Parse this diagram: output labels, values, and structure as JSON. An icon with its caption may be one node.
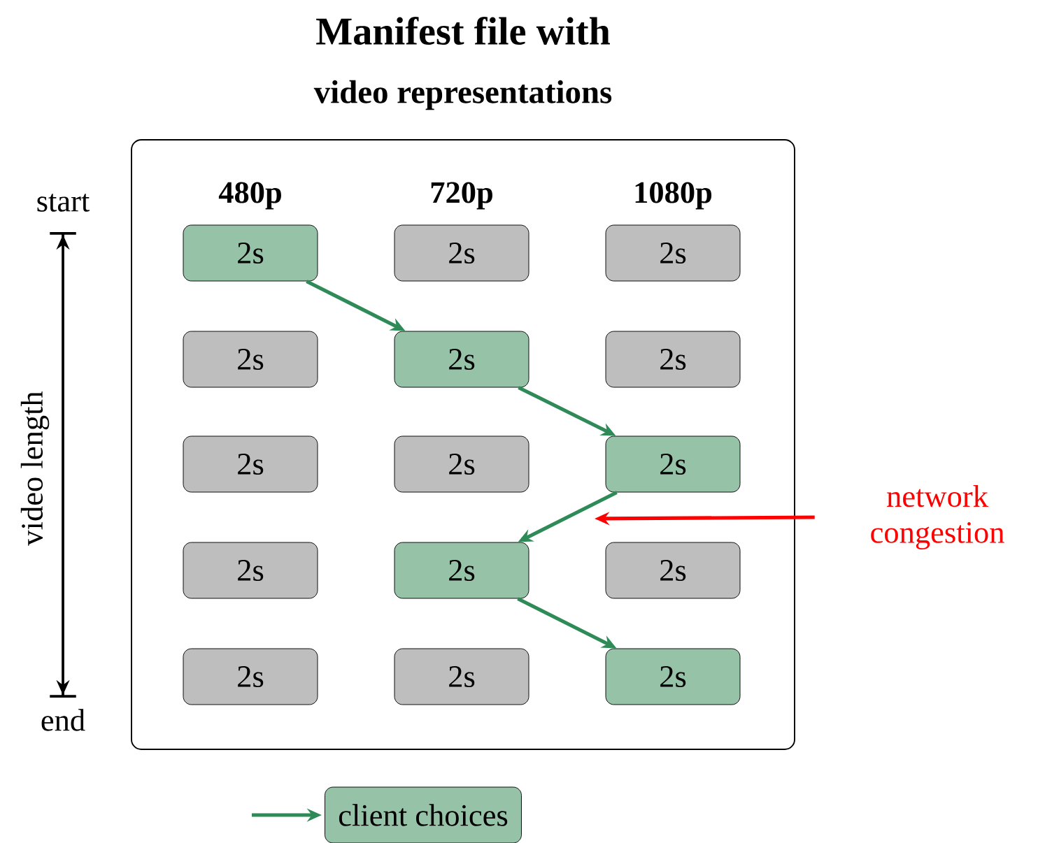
{
  "diagram": {
    "title": "Manifest file with",
    "nodes": [
      {
        "text": [],
        "shape": "box"
      },
      {
        "text": [
          "2s"
        ],
        "in": 0
      },
      {
        "text": [
          "2s"
        ],
        "in": 0
      },
      {
        "text": [
          "2s"
        ],
        "in": 0
      },
      {
        "text": [
          "2s"
        ],
        "in": 0
      },
      {
        "text": [
          "2s"
        ],
        "in": 0
      },
      {
        "text": [
          "2s"
        ],
        "in": 0
      },
      {
        "text": [
          "2s"
        ],
        "in": 0
      },
      {
        "text": [
          "2s"
        ],
        "in": 0
      },
      {
        "text": [
          "2s"
        ],
        "in": 0
      },
      {
        "text": [
          "2s"
        ],
        "in": 0
      },
      {
        "text": [
          "2s"
        ],
        "in": 0
      },
      {
        "text": [
          "2s"
        ],
        "in": 0
      },
      {
        "text": [
          "2s"
        ],
        "in": 0
      },
      {
        "text": [
          "2s"
        ],
        "in": 0
      },
      {
        "text": [
          "2s"
        ],
        "in": 0
      },
      {
        "text": [
          "network congestion"
        ]
      }
    ],
    "edges": [
      {
        "from": 1,
        "to": 5,
        "arrow": "to"
      },
      {
        "from": 5,
        "to": 9,
        "arrow": "to"
      },
      {
        "from": 9,
        "to": 11,
        "arrow": "to"
      },
      {
        "from": 11,
        "to": 15,
        "arrow": "to"
      },
      {
        "from": 16,
        "to": null,
        "arrow": "to",
        "color": "#ff0000"
      }
    ],
    "labels": [
      "video representations",
      "480p",
      "720p",
      "1080p",
      "start",
      "video length",
      "end"
    ],
    "legend": [
      {
        "text": "client choices"
      }
    ]
  }
}
